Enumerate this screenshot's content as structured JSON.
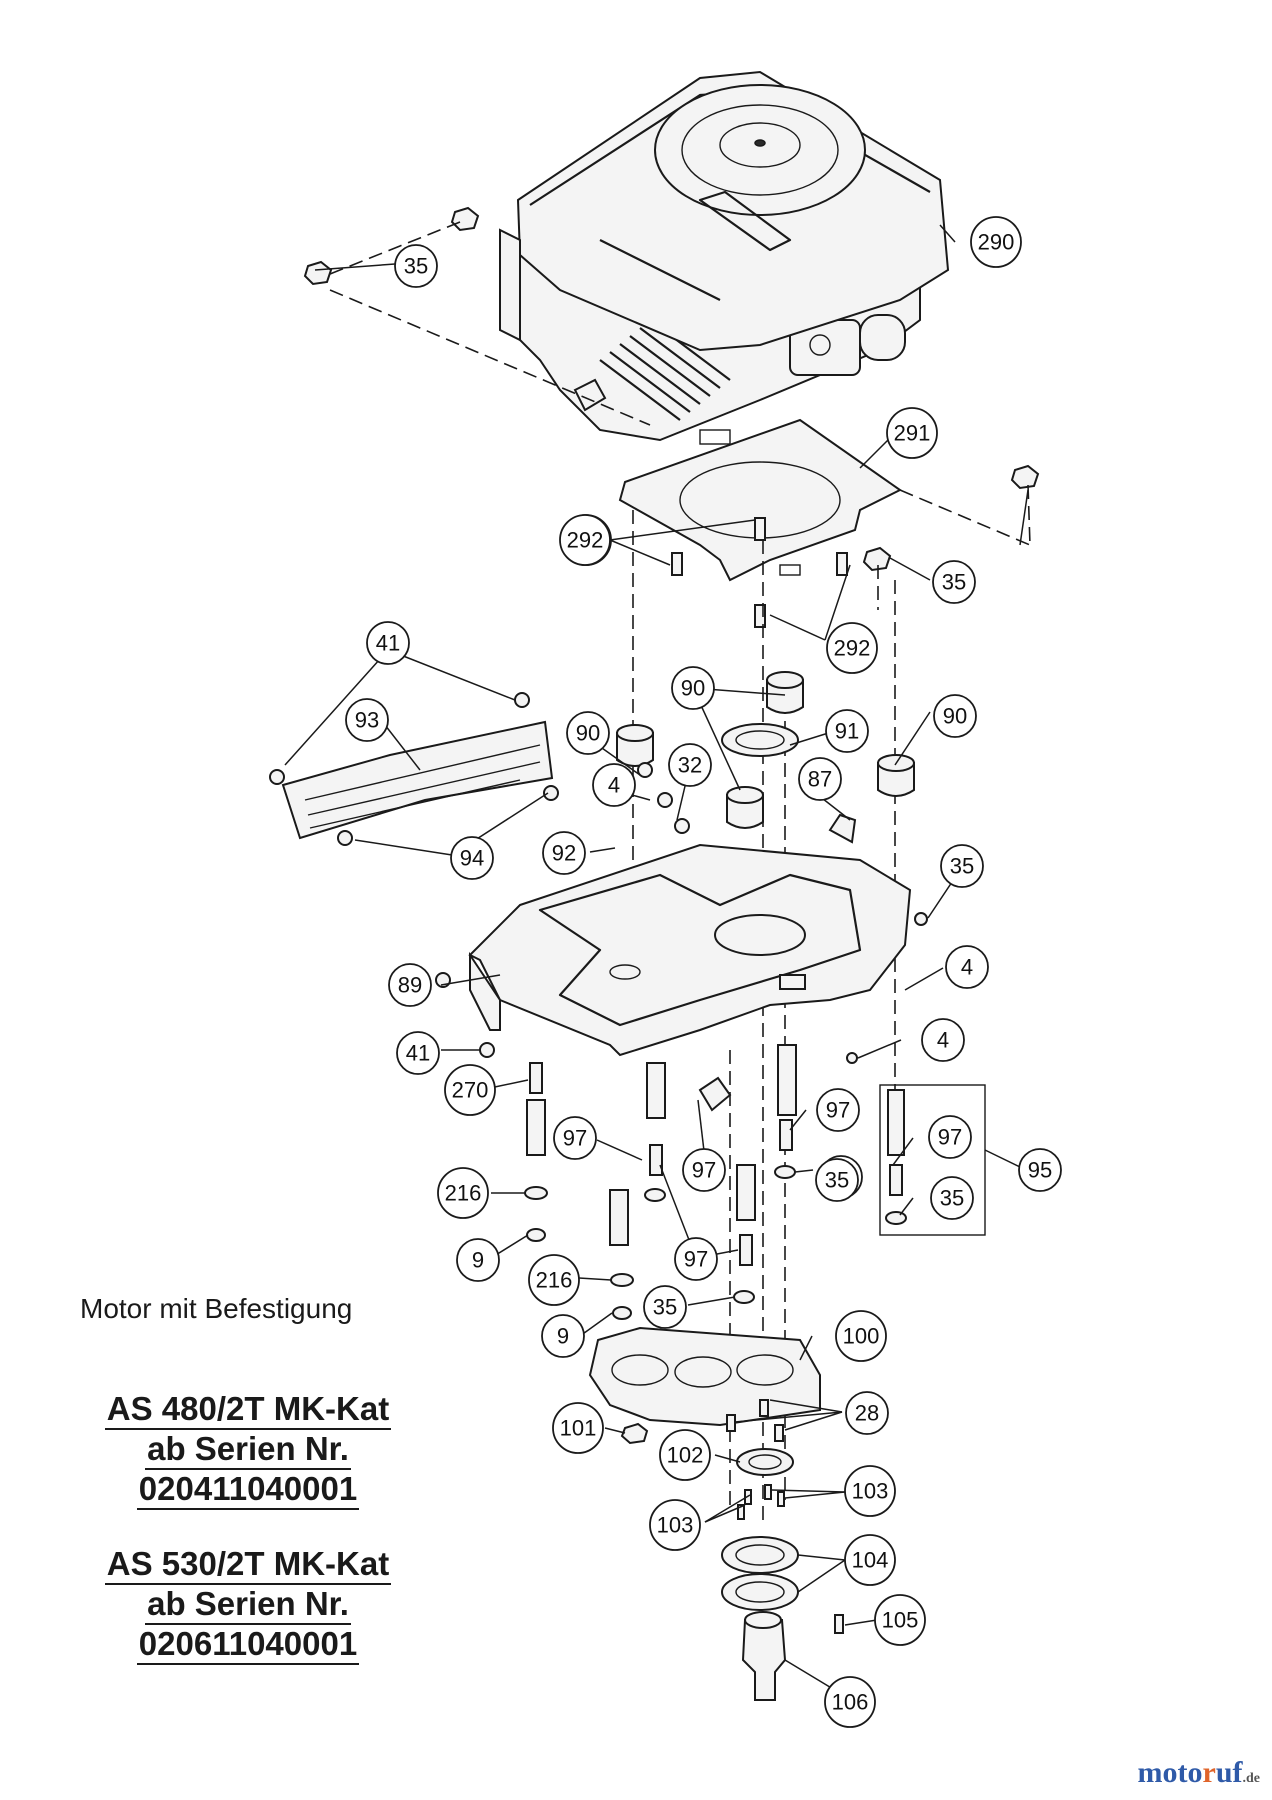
{
  "caption": {
    "subtitle": "Motor mit Befestigung",
    "models": [
      {
        "line1": "AS 480/2T MK-Kat",
        "line2": "ab Serien Nr.",
        "line3": "020411040001"
      },
      {
        "line1": "AS 530/2T MK-Kat",
        "line2": "ab Serien Nr.",
        "line3": "020611040001"
      }
    ]
  },
  "brand": {
    "name_a": "moto",
    "name_b": "r",
    "name_c": "uf",
    "tld": ".de"
  },
  "callouts": [
    "35",
    "290",
    "291",
    "292",
    "292",
    "35",
    "292",
    "41",
    "93",
    "94",
    "90",
    "90",
    "91",
    "90",
    "32",
    "4",
    "87",
    "92",
    "35",
    "4",
    "89",
    "41",
    "4",
    "270",
    "97",
    "97",
    "97",
    "92",
    "35",
    "97",
    "35",
    "95",
    "216",
    "9",
    "216",
    "97",
    "35",
    "9",
    "100",
    "28",
    "101",
    "102",
    "103",
    "103",
    "104",
    "105",
    "106"
  ]
}
